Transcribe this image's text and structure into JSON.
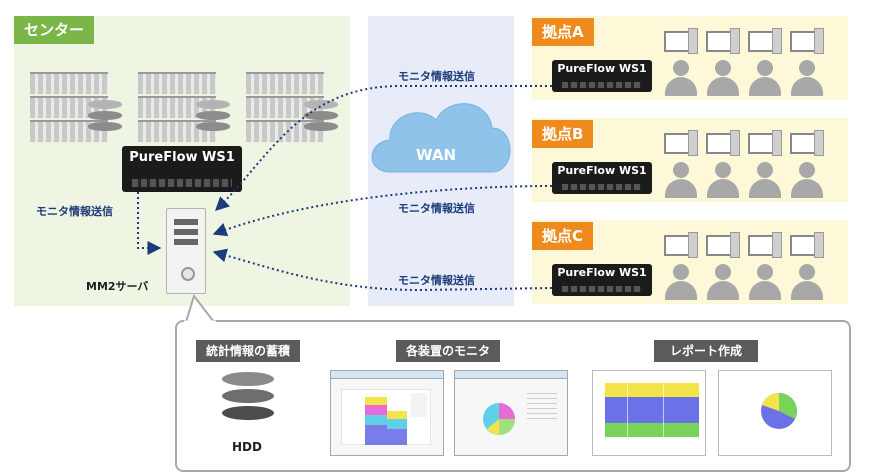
{
  "center": {
    "label": "センター",
    "appliance": "PureFlow WS1",
    "monitor_label": "モニタ情報送信",
    "server_label": "MM2サーバ"
  },
  "wan": {
    "label": "WAN",
    "monitor_labels": [
      "モニタ情報送信",
      "モニタ情報送信",
      "モニタ情報送信"
    ]
  },
  "sites": [
    {
      "label": "拠点A",
      "appliance": "PureFlow WS1"
    },
    {
      "label": "拠点B",
      "appliance": "PureFlow WS1"
    },
    {
      "label": "拠点C",
      "appliance": "PureFlow WS1"
    }
  ],
  "bottom": {
    "storage": {
      "header": "統計情報の蓄積",
      "disk_label": "HDD"
    },
    "monitor": {
      "header": "各装置のモニタ"
    },
    "report": {
      "header": "レポート作成"
    }
  },
  "colors": {
    "green_tag": "#7ab648",
    "orange_tag": "#ef8a1c",
    "arrow": "#1c3b7a",
    "cloud": "#8fc3ea"
  }
}
